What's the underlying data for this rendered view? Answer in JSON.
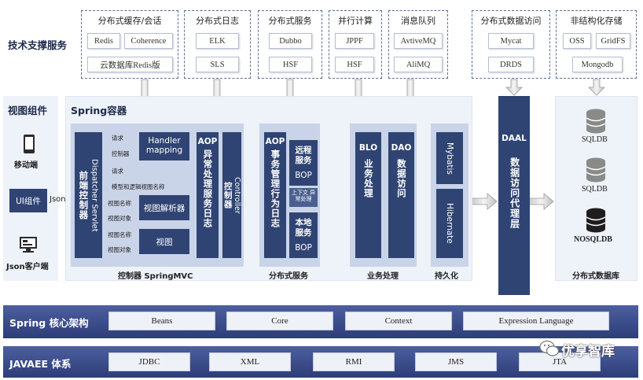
{
  "left_labels": {
    "tech_support": "技术支撑服务",
    "view_components": "视图组件",
    "mobile": "移动端",
    "ui_component": "UI组件",
    "json_client": "Json客户端",
    "json": "Json"
  },
  "groups": [
    {
      "title": "分布式缓存/会话",
      "items": [
        "Redis",
        "Coherence",
        "云数据库Redis版"
      ]
    },
    {
      "title": "分布式日志",
      "items": [
        "ELK",
        "SLS"
      ]
    },
    {
      "title": "分布式服务",
      "items": [
        "Dubbo",
        "HSF"
      ]
    },
    {
      "title": "并行计算",
      "items": [
        "JPPF",
        "HSF"
      ]
    },
    {
      "title": "消息队列",
      "items": [
        "AvtiveMQ",
        "AliMQ"
      ]
    },
    {
      "title": "分布式数据访问",
      "items": [
        "Mycat",
        "DRDS"
      ]
    },
    {
      "title": "非结构化存储",
      "items": [
        "OSS",
        "GridFS",
        "Mongodb"
      ]
    }
  ],
  "spring": {
    "title": "Spring容器",
    "dispatcher_cn": "前端控制器",
    "dispatcher_en": "Dispatcher Servlet",
    "handler_mapping": "Handler mapping",
    "view_resolver": "视图解析器",
    "view": "视图",
    "req1": "请求",
    "ctrl1": "控制器",
    "req2": "请求",
    "model_view": "模型和逻辑视图名称",
    "vname1": "视图名称",
    "vobj1": "视图对象",
    "vname2": "视图名称",
    "vobj2": "视图对象",
    "aop1": "AOP",
    "aop1_text": "异常处理服务日志",
    "controller_cn": "控制器",
    "controller_en": "Controller",
    "mvc_caption": "控制器 SpringMVC",
    "aop2": "AOP",
    "aop2_text": "事务管理行为日志",
    "remote_service": "远程服务",
    "bop1": "BOP",
    "context_proc": "上下文 异常处理",
    "local_service": "本地服务",
    "bop2": "BOP",
    "dist_caption": "分布式服务",
    "blo": "BLO",
    "blo_text": "业务处理",
    "dao": "DAO",
    "dao_text": "数据访问",
    "biz_caption": "业务处理",
    "mybatis": "Mybatis",
    "hibernate": "Hibernate",
    "persist_caption": "持久化"
  },
  "daal": {
    "title": "DAAL",
    "text": "数据访问代理层"
  },
  "dbstore": {
    "items": [
      "SQLDB",
      "SQLDB",
      "NOSQLDB"
    ],
    "caption": "分布式数据库"
  },
  "core": {
    "title": "Spring 核心架构",
    "items": [
      "Beans",
      "Core",
      "Context",
      "Expression Language"
    ]
  },
  "javaee": {
    "title": "JAVAEE 体系",
    "items": [
      "JDBC",
      "XML",
      "RMI",
      "JMS",
      "JTA"
    ]
  },
  "watermark": "优享智库",
  "colors": {
    "dark": "#2f4473",
    "bar": "#3b4c8a",
    "panel": "#eef2f9"
  }
}
